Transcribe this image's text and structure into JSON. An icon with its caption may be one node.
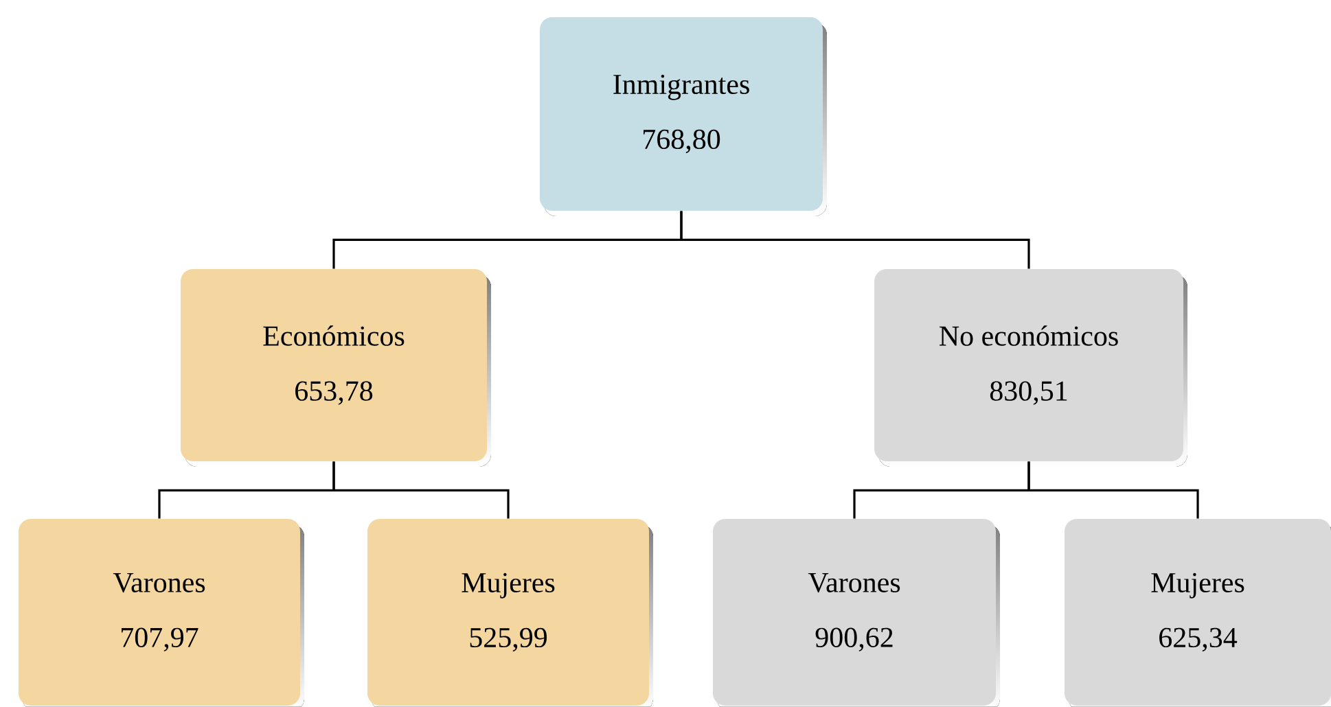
{
  "diagram": {
    "nodes": [
      {
        "text": [
          "Inmigrantes",
          "768,80"
        ]
      },
      {
        "text": [
          "Económicos",
          "653,78"
        ]
      },
      {
        "text": [
          "No económicos",
          "830,51"
        ]
      },
      {
        "text": [
          "Varones",
          "707,97"
        ]
      },
      {
        "text": [
          "Mujeres",
          "525,99"
        ]
      },
      {
        "text": [
          "Varones",
          "900,62"
        ]
      },
      {
        "text": [
          "Mujeres",
          "625,34"
        ]
      }
    ],
    "edges": [
      {
        "from": 0,
        "to": 1,
        "arrow": "none"
      },
      {
        "from": 0,
        "to": 2,
        "arrow": "none"
      },
      {
        "from": 1,
        "to": 3,
        "arrow": "none"
      },
      {
        "from": 1,
        "to": 4,
        "arrow": "none"
      },
      {
        "from": 2,
        "to": 5,
        "arrow": "none"
      },
      {
        "from": 2,
        "to": 6,
        "arrow": "none"
      }
    ]
  }
}
